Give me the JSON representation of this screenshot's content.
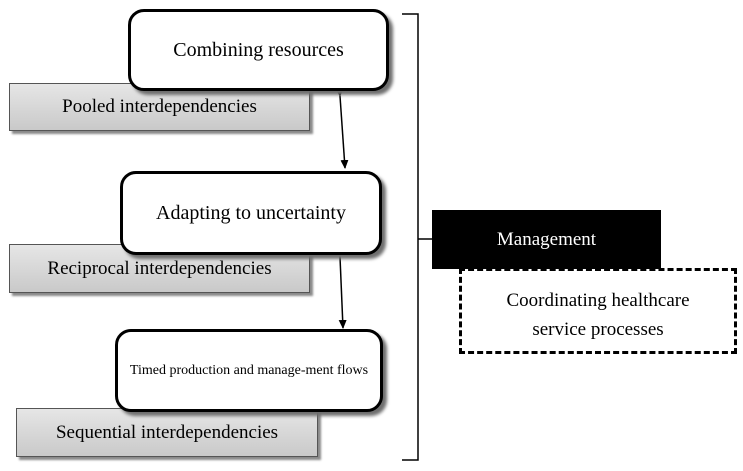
{
  "nodes": {
    "combining": "Combining resources",
    "pooled": "Pooled interdependencies",
    "adapting": "Adapting to uncertainty",
    "reciprocal": "Reciprocal interdependencies",
    "timed": "Timed production and manage-ment flows",
    "sequential": "Sequential interdependencies",
    "management": "Management",
    "coordinating": "Coordinating healthcare service processes"
  }
}
